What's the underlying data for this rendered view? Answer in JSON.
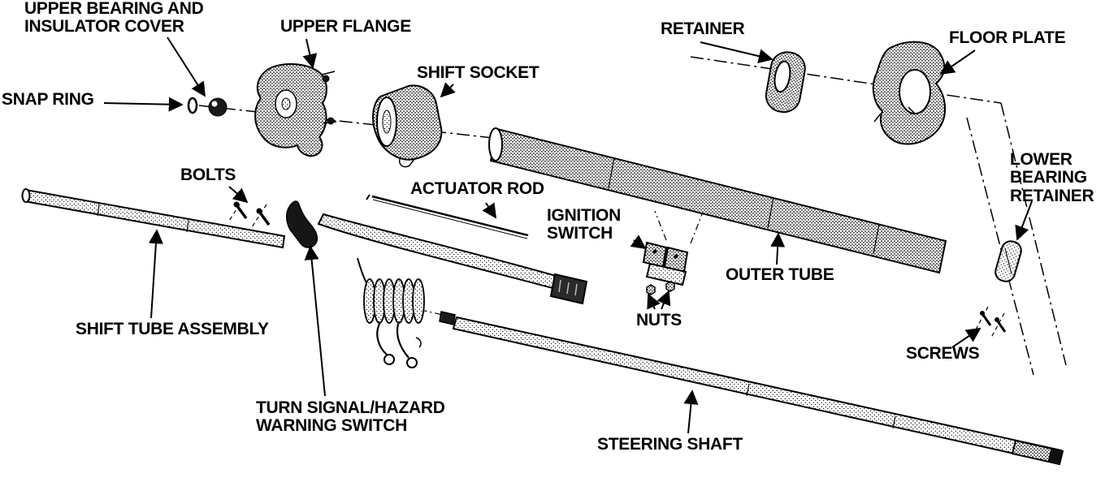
{
  "figure": {
    "description": "Exploded-view technical line drawing of a steering column assembly",
    "background_color": "#ffffff",
    "ink_color": "#000000"
  },
  "labels": {
    "upper_bearing_insulator_cover": "UPPER BEARING AND\nINSULATOR COVER",
    "upper_flange": "UPPER FLANGE",
    "shift_socket": "SHIFT SOCKET",
    "snap_ring": "SNAP RING",
    "retainer": "RETAINER",
    "floor_plate": "FLOOR PLATE",
    "bolts": "BOLTS",
    "actuator_rod": "ACTUATOR ROD",
    "ignition_switch": "IGNITION\nSWITCH",
    "outer_tube": "OUTER TUBE",
    "lower_bearing_retainer": "LOWER\nBEARING\nRETAINER",
    "shift_tube_assembly": "SHIFT TUBE ASSEMBLY",
    "nuts": "NUTS",
    "screws": "SCREWS",
    "turn_signal_hazard_warning_switch": "TURN SIGNAL/HAZARD\nWARNING SWITCH",
    "steering_shaft": "STEERING SHAFT"
  }
}
